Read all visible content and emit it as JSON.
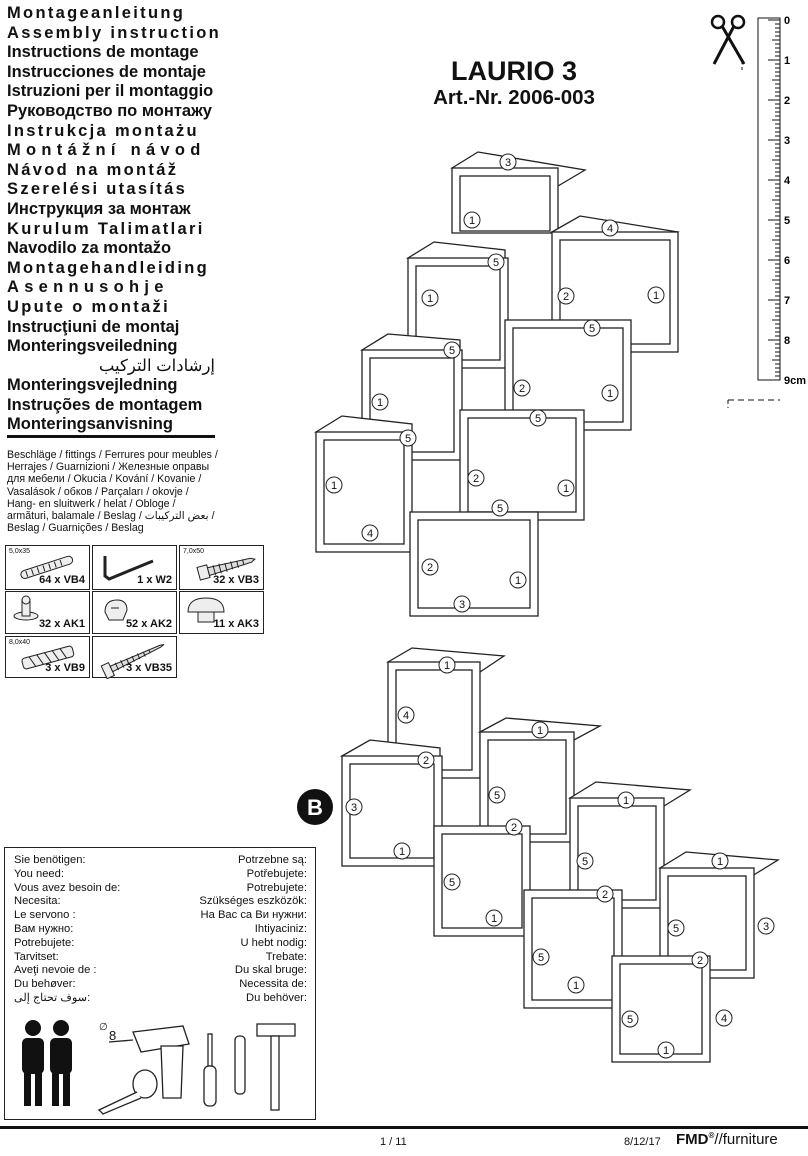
{
  "titles": [
    {
      "text": "Montageanleitung",
      "style": "sp"
    },
    {
      "text": "Assembly instruction",
      "style": "sp"
    },
    {
      "text": "Instructions de montage",
      "style": ""
    },
    {
      "text": "Instrucciones de montaje",
      "style": ""
    },
    {
      "text": "Istruzioni per il montaggio",
      "style": ""
    },
    {
      "text": "Руководство по монтажу",
      "style": ""
    },
    {
      "text": "Instrukcja montażu",
      "style": "sp"
    },
    {
      "text": "Montážní návod",
      "style": "sp2"
    },
    {
      "text": "Návod na montáž",
      "style": "sp"
    },
    {
      "text": "Szerelési utasítás",
      "style": "sp"
    },
    {
      "text": "Инструкция за монтаж",
      "style": ""
    },
    {
      "text": "Kurulum Talimatlari",
      "style": "sp"
    },
    {
      "text": "Navodilo za montažo",
      "style": ""
    },
    {
      "text": "Montagehandleiding",
      "style": "sp"
    },
    {
      "text": "Asennusohje",
      "style": "sp2"
    },
    {
      "text": "Upute o montaži",
      "style": "sp"
    },
    {
      "text": "Instrucţiuni de montaj",
      "style": ""
    },
    {
      "text": "Monteringsveiledning",
      "style": ""
    },
    {
      "text": "إرشادات التركيب",
      "style": "ar"
    },
    {
      "text": "Monteringsvejledning",
      "style": ""
    },
    {
      "text": "Instruções de montagem",
      "style": ""
    },
    {
      "text": "Monteringsanvisning",
      "style": "ul"
    }
  ],
  "fittings_text": "Beschläge / fittings / Ferrures pour meubles / Herrajes / Guarnizioni / Железные оправы для мебели / Okucia / Kování / Kovanie / Vasalások / обков / Parçaları / okovje / Hang- en sluitwerk / helat / Obloge / armături, balamale / Beslag / بعض التركيبات / Beslag / Guarnições / Beslag",
  "parts": [
    {
      "size": "5,0x35",
      "label": "64 x VB4",
      "icon": "dowel-icon"
    },
    {
      "size": "",
      "label": "1 x W2",
      "icon": "allen-key-icon"
    },
    {
      "size": "7,0x50",
      "label": "32 x VB3",
      "icon": "screw-icon"
    },
    {
      "size": "",
      "label": "32 x AK1",
      "icon": "connector-icon"
    },
    {
      "size": "",
      "label": "52 x AK2",
      "icon": "cam-icon"
    },
    {
      "size": "",
      "label": "11 x AK3",
      "icon": "cap-icon"
    },
    {
      "size": "8,0x40",
      "label": "3 x VB9",
      "icon": "wall-plug-icon"
    },
    {
      "size": "",
      "label": "3 x VB35",
      "icon": "wall-screw-icon"
    }
  ],
  "product": {
    "name": "LAURIO 3",
    "article": "Art.-Nr. 2006-003"
  },
  "ruler": {
    "labels": [
      "0",
      "1",
      "2",
      "3",
      "4",
      "5",
      "6",
      "7",
      "8",
      "9cm"
    ]
  },
  "variant_label": "B",
  "needs": {
    "left": [
      "Sie benötigen:",
      "You need:",
      "Vous avez besoin de:",
      "Necesita:",
      "Le servono :",
      "Вам нужно:",
      "Potrebujete:",
      "Tarvitset:",
      "Aveţi nevoie de :",
      "Du behøver:",
      "سوف تحتاج إلى:"
    ],
    "right": [
      "Potrzebne są:",
      "Potřebujete:",
      "Potrebujete:",
      "Szükséges eszközök:",
      "На Вас са Ви нужни:",
      "Ihtiyaciniz:",
      "U hebt nodig:",
      "Trebate:",
      "Du skal bruge:",
      "Necessita de:",
      "Du behöver:"
    ],
    "drill_size": "8"
  },
  "footer": {
    "page": "1 / 11",
    "date": "8/12/17",
    "brand": "FMD",
    "brand_suffix": "//furniture",
    "reg": "®"
  }
}
